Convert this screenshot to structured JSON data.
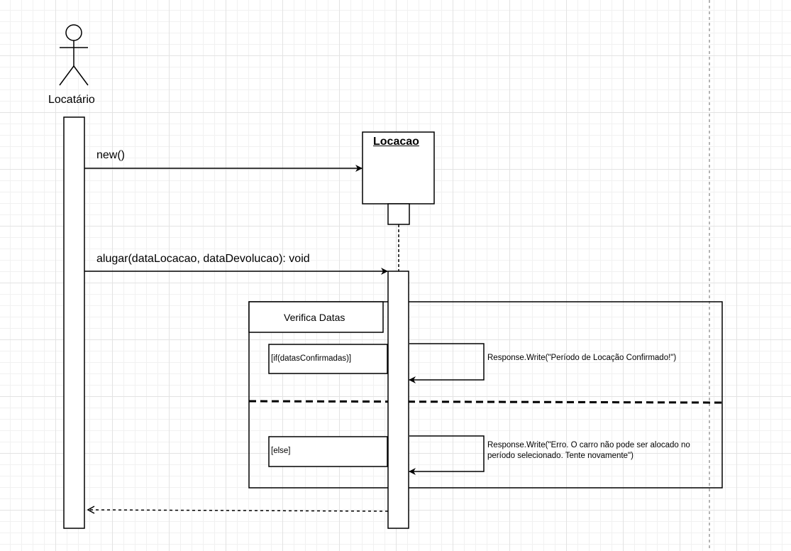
{
  "actor": {
    "name": "Locatário"
  },
  "object": {
    "name": "Locacao"
  },
  "messages": {
    "create": "new()",
    "call": "alugar(dataLocacao, dataDevolucao): void"
  },
  "fragment": {
    "label": "Verifica Datas",
    "guard_if": "[if(datasConfirmadas)]",
    "guard_else": "[else]",
    "response_if": "Response.Write(\"Período de Locação Confirmado!\")",
    "response_else_line1": "Response.Write(\"Erro. O carro não pode ser alocado no",
    "response_else_line2": "período selecionado. Tente novamente\")"
  }
}
